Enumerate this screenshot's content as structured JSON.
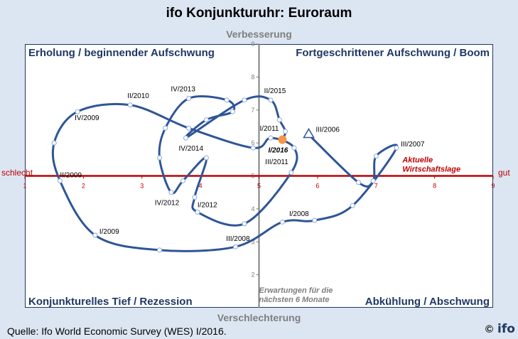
{
  "title": "ifo Konjunkturuhr: Euroraum",
  "axis_top_label": "Verbesserung",
  "axis_bottom_label": "Verschlechterung",
  "left_label": "schlecht",
  "right_label": "gut",
  "quadrants": {
    "top_left": "Erholung / beginnender Aufschwung",
    "top_right": "Fortgeschrittener Aufschwung / Boom",
    "bottom_left": "Konjunkturelles Tief / Rezession",
    "bottom_right": "Abkühlung / Abschwung"
  },
  "source": "Quelle: Ifo World Economic Survey (WES) I/2016.",
  "copyright": "©",
  "logo_text": "ifo",
  "colors": {
    "line": "#2f5597",
    "axis_red": "#c00000",
    "marker_orange": "#f79646",
    "background": "#dce6f2"
  },
  "chart_data": {
    "type": "line",
    "xlim": [
      1,
      9
    ],
    "ylim": [
      1,
      9
    ],
    "x_ticks": [
      1,
      2,
      3,
      4,
      5,
      6,
      7,
      8,
      9
    ],
    "y_ticks": [
      2,
      3,
      4,
      5,
      6,
      7,
      8,
      9
    ],
    "reference_line_y": 5,
    "reference_line_label": "Aktuelle Wirtschaftslage",
    "forecast_note": "Erwartungen für die nächsten 6 Monate",
    "series": [
      {
        "points": [
          {
            "x": 5.85,
            "y": 6.25,
            "label": "III/2006"
          },
          {
            "x": 6.7,
            "y": 4.8
          },
          {
            "x": 6.95,
            "y": 4.85
          },
          {
            "x": 7.0,
            "y": 5.6
          },
          {
            "x": 7.35,
            "y": 5.85,
            "label": "III/2007"
          },
          {
            "x": 6.6,
            "y": 4.1
          },
          {
            "x": 5.95,
            "y": 3.65,
            "label": "I/2008"
          },
          {
            "x": 5.4,
            "y": 3.6
          },
          {
            "x": 4.6,
            "y": 2.85,
            "label": "III/2008"
          },
          {
            "x": 3.3,
            "y": 2.75
          },
          {
            "x": 2.2,
            "y": 3.2,
            "label": "I/2009"
          },
          {
            "x": 1.6,
            "y": 4.85,
            "label": "II/2009"
          },
          {
            "x": 1.5,
            "y": 6.0
          },
          {
            "x": 1.9,
            "y": 6.95,
            "label": "IV/2009"
          },
          {
            "x": 2.8,
            "y": 7.15,
            "label": "II/2010"
          },
          {
            "x": 3.8,
            "y": 6.45
          },
          {
            "x": 4.9,
            "y": 5.85
          },
          {
            "x": 5.2,
            "y": 6.15,
            "label": "I/2011"
          },
          {
            "x": 5.6,
            "y": 5.85
          },
          {
            "x": 5.55,
            "y": 5.1,
            "label": "III/2011"
          },
          {
            "x": 4.75,
            "y": 3.55
          },
          {
            "x": 3.95,
            "y": 3.9
          },
          {
            "x": 3.9,
            "y": 4.35,
            "label": "I/2012"
          },
          {
            "x": 4.1,
            "y": 5.55
          },
          {
            "x": 3.7,
            "y": 4.85
          },
          {
            "x": 3.5,
            "y": 4.5,
            "label": "IV/2012"
          },
          {
            "x": 3.3,
            "y": 5.55
          },
          {
            "x": 3.4,
            "y": 6.45
          },
          {
            "x": 3.8,
            "y": 7.35,
            "label": "IV/2013"
          },
          {
            "x": 4.45,
            "y": 7.3
          },
          {
            "x": 4.55,
            "y": 6.95
          },
          {
            "x": 4.1,
            "y": 6.7
          },
          {
            "x": 3.75,
            "y": 6.15,
            "label": "IV/2014"
          },
          {
            "x": 4.75,
            "y": 7.3
          },
          {
            "x": 5.2,
            "y": 7.3,
            "label": "II/2015"
          },
          {
            "x": 5.35,
            "y": 6.7
          },
          {
            "x": 5.45,
            "y": 6.35
          },
          {
            "x": 5.4,
            "y": 6.1,
            "label": "I/2016"
          }
        ]
      }
    ]
  }
}
